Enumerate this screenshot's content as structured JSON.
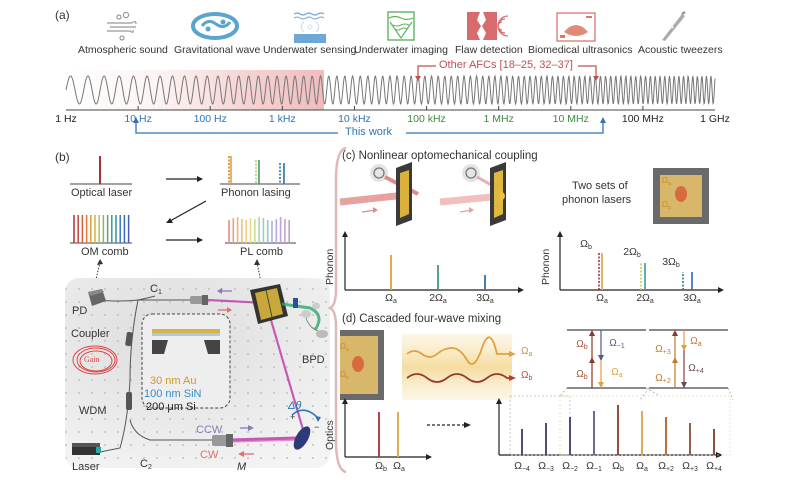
{
  "panel_a": {
    "label": "(a)",
    "applications": [
      {
        "label": "Atmospheric sound",
        "icon": "wind-icon",
        "color": "#9a9a9a"
      },
      {
        "label": "Gravitational wave",
        "icon": "galaxy-icon",
        "color": "#5aa5cf"
      },
      {
        "label": "Underwater sensing",
        "icon": "sonar-icon",
        "color": "#6ea6d6"
      },
      {
        "label": "Underwater imaging",
        "icon": "imaging-icon",
        "color": "#5cb460"
      },
      {
        "label": "Flaw detection",
        "icon": "crack-icon",
        "color": "#d86c6c"
      },
      {
        "label": "Biomedical ultrasonics",
        "icon": "ultrasound-icon",
        "color": "#d97a6a"
      },
      {
        "label": "Acoustic tweezers",
        "icon": "tweezers-icon",
        "color": "#9a9a9a"
      }
    ],
    "other_afcs_label": "Other AFCs [18–25, 32–37]",
    "this_work_label": "This work",
    "frequency_ticks": [
      {
        "label": "1 Hz",
        "color": "#222222"
      },
      {
        "label": "10 Hz",
        "color": "#2f74b5"
      },
      {
        "label": "100 Hz",
        "color": "#2f74b5"
      },
      {
        "label": "1 kHz",
        "color": "#2f74b5"
      },
      {
        "label": "10 kHz",
        "color": "#2f74b5"
      },
      {
        "label": "100 kHz",
        "color": "#3d8c3d"
      },
      {
        "label": "1 MHz",
        "color": "#3d8c3d"
      },
      {
        "label": "10 MHz",
        "color": "#3d8c3d"
      },
      {
        "label": "100 MHz",
        "color": "#222222"
      },
      {
        "label": "1 GHz",
        "color": "#222222"
      }
    ],
    "colors": {
      "other_afcs": "#c0504d",
      "this_work": "#2f74b5",
      "band": "#f6d3d3"
    }
  },
  "panel_b": {
    "label": "(b)",
    "stages": {
      "optical_laser": "Optical laser",
      "phonon_lasing": "Phonon lasing",
      "om_comb": "OM comb",
      "pl_comb": "PL comb"
    },
    "setup": {
      "pd": "PD",
      "coupler": "Coupler",
      "gain": "Gain",
      "wdm": "WDM",
      "laser": "Laser",
      "c1": "C",
      "c1_sub": "1",
      "c2": "C",
      "c2_sub": "2",
      "bpd": "BPD",
      "m": "M",
      "ccw": "CCW",
      "cw": "CW",
      "delta_theta": "Δθ",
      "layer_au": "30 nm Au",
      "layer_sin": "100 nm SiN",
      "layer_si": "200 μm Si"
    }
  },
  "panel_c": {
    "title": "(c) Nonlinear optomechanical coupling",
    "y_label": "Phonon",
    "two_sets_label_1": "Two sets of",
    "two_sets_label_2": "phonon lasers",
    "left_x_ticks": [
      "Ω",
      "2Ω",
      "3Ω"
    ],
    "left_x_sub": "a",
    "right_x_ticks": [
      "Ω",
      "2Ω",
      "3Ω"
    ],
    "right_b_labels": [
      "Ω",
      "2Ω",
      "3Ω"
    ],
    "sub_a": "a",
    "sub_b": "b",
    "chip_labels": [
      "Ω",
      "Ω"
    ]
  },
  "panel_d": {
    "title": "(d) Cascaded four-wave mixing",
    "y_label": "Optics",
    "left_ticks": [
      {
        "base": "Ω",
        "sub": "b"
      },
      {
        "base": "Ω",
        "sub": "a"
      }
    ],
    "wave_labels": [
      {
        "base": "Ω",
        "sub": "a"
      },
      {
        "base": "Ω",
        "sub": "b"
      }
    ],
    "right_ticks": [
      {
        "base": "Ω",
        "sub": "−4"
      },
      {
        "base": "Ω",
        "sub": "−3"
      },
      {
        "base": "Ω",
        "sub": "−2"
      },
      {
        "base": "Ω",
        "sub": "−1"
      },
      {
        "base": "Ω",
        "sub": "b"
      },
      {
        "base": "Ω",
        "sub": "a"
      },
      {
        "base": "Ω",
        "sub": "+2"
      },
      {
        "base": "Ω",
        "sub": "+3"
      },
      {
        "base": "Ω",
        "sub": "+4"
      }
    ],
    "energy_left": [
      {
        "base": "Ω",
        "sub": "b"
      },
      {
        "base": "Ω",
        "sub": "b"
      },
      {
        "base": "Ω",
        "sub": "−1"
      },
      {
        "base": "Ω",
        "sub": "a"
      }
    ],
    "energy_right": [
      {
        "base": "Ω",
        "sub": "+3"
      },
      {
        "base": "Ω",
        "sub": "+2"
      },
      {
        "base": "Ω",
        "sub": "a"
      },
      {
        "base": "Ω",
        "sub": "+4"
      }
    ]
  }
}
